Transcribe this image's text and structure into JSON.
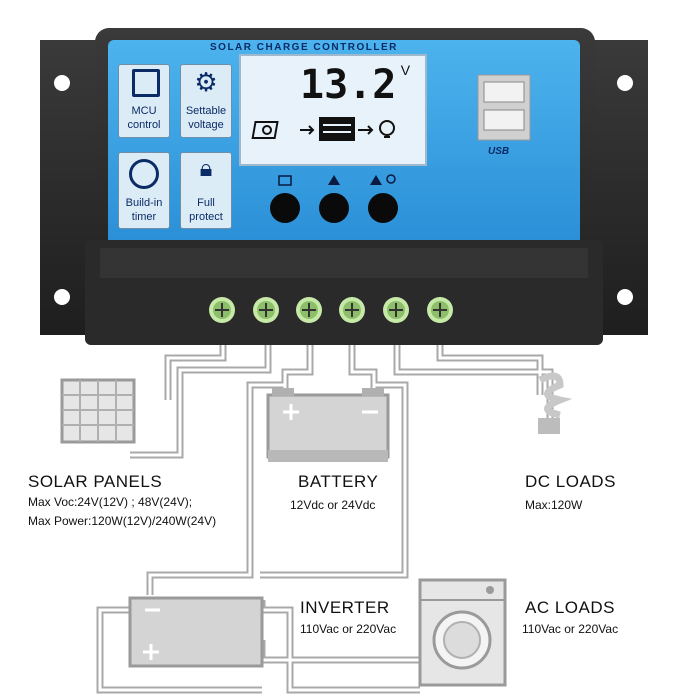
{
  "controller": {
    "title": "SOLAR CHARGE CONTROLLER",
    "display_value": "13.2",
    "display_unit": "V",
    "usb_label": "USB",
    "tiles": [
      {
        "line1": "MCU",
        "line2": "control",
        "icon": "chip-icon"
      },
      {
        "line1": "Settable",
        "line2": "voltage",
        "icon": "gear-icon"
      },
      {
        "line1": "Build-in",
        "line2": "timer",
        "icon": "clock-icon"
      },
      {
        "line1": "Full",
        "line2": "protect",
        "icon": "lock-icon"
      }
    ],
    "button_icons": [
      "menu-icon",
      "up-icon",
      "load-icon"
    ],
    "colors": {
      "panel_blue": "#3aa6e8",
      "body_dark": "#2b2b2b",
      "lcd": "#e8f2fb"
    }
  },
  "solar": {
    "title": "SOLAR  PANELS",
    "line1": "Max  Voc:24V(12V) ; 48V(24V);",
    "line2": "Max  Power:120W(12V)/240W(24V)"
  },
  "battery": {
    "title": "BATTERY",
    "spec": "12Vdc  or  24Vdc"
  },
  "dc_loads": {
    "title": "DC  LOADS",
    "spec": "Max:120W"
  },
  "inverter": {
    "title": "INVERTER",
    "spec": "110Vac  or  220Vac"
  },
  "ac_loads": {
    "title": "AC  LOADS",
    "spec": "110Vac  or  220Vac"
  }
}
